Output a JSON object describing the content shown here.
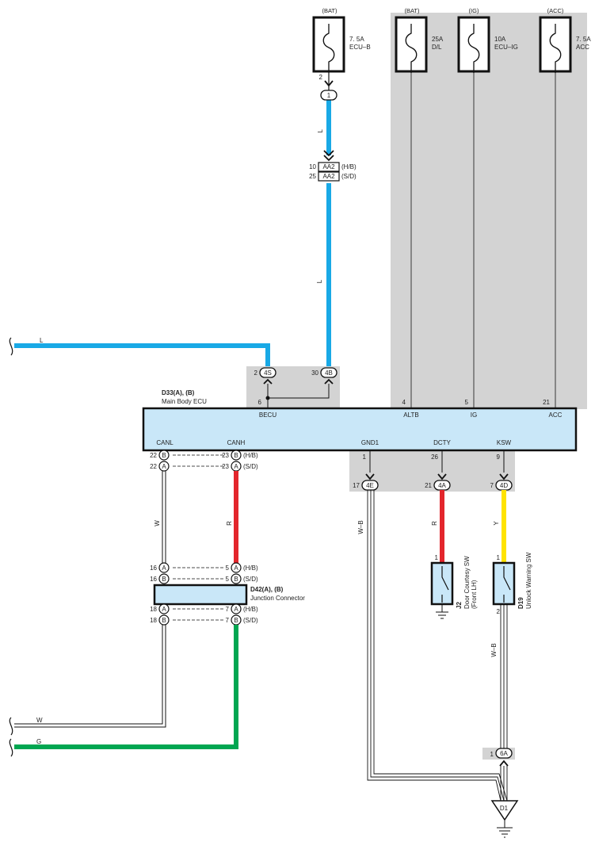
{
  "colors": {
    "blue": "#19a9e6",
    "red": "#e3262c",
    "yellow": "#ffe300",
    "green": "#00a651",
    "grey_panel": "#d3d3d3",
    "ecu_fill": "#c9e7f8",
    "fuse_fill": "#ffffff"
  },
  "fuses": {
    "ecub": {
      "source": "(BAT)",
      "amp": "7. 5A",
      "name": "ECU–B"
    },
    "dl": {
      "source": "(BAT)",
      "amp": "25A",
      "name": "D/L"
    },
    "ecuig": {
      "source": "(IG)",
      "amp": "10A",
      "name": "ECU–IG"
    },
    "acc": {
      "source": "(ACC)",
      "amp": "7. 5A",
      "name": "ACC"
    }
  },
  "top": {
    "pin_fuse_out": "2",
    "conn1": "1",
    "wire_l1": "L",
    "wire_l2": "L",
    "aa2_pin1": "10",
    "aa2_label": "AA2",
    "aa2_var1": "(H/B)",
    "aa2_pin2": "25",
    "aa2_var2": "(S/D)"
  },
  "left_wires": {
    "l": "L",
    "w": "W",
    "g": "G"
  },
  "ecu_block": {
    "pin_4s": "2",
    "conn_4s": "4S",
    "pin_4b": "30",
    "conn_4b": "4B",
    "pin_6": "6",
    "pin_altb": "4",
    "pin_ig": "5",
    "pin_acc": "21",
    "title_code": "D33(A), (B)",
    "title_name": "Main Body ECU",
    "term_becu": "BECU",
    "term_altb": "ALTB",
    "term_ig": "IG",
    "term_acc": "ACC",
    "term_canl": "CANL",
    "term_canh": "CANH",
    "term_gnd1": "GND1",
    "term_dcty": "DCTY",
    "term_ksw": "KSW"
  },
  "can_top": {
    "r1_left_pin": "22",
    "r1_left_conn": "B",
    "r1_right_pin": "23",
    "r1_right_conn": "B",
    "r1_var": "(H/B)",
    "r2_left_pin": "22",
    "r2_left_conn": "A",
    "r2_right_pin": "23",
    "r2_right_conn": "A",
    "r2_var": "(S/D)",
    "wire_w": "W",
    "wire_r": "R"
  },
  "junction": {
    "r1_left_pin": "16",
    "r1_left_conn": "A",
    "r1_right_pin": "5",
    "r1_right_conn": "A",
    "r1_var": "(H/B)",
    "r2_left_pin": "16",
    "r2_left_conn": "B",
    "r2_right_pin": "5",
    "r2_right_conn": "B",
    "r2_var": "(S/D)",
    "code": "D42(A), (B)",
    "name": "Junction Connector",
    "r3_left_pin": "18",
    "r3_left_conn": "A",
    "r3_right_pin": "7",
    "r3_right_conn": "A",
    "r3_var": "(H/B)",
    "r4_left_pin": "18",
    "r4_left_conn": "B",
    "r4_right_pin": "7",
    "r4_right_conn": "B",
    "r4_var": "(S/D)"
  },
  "lower": {
    "gnd_pin": "1",
    "dcty_pin": "26",
    "ksw_pin": "9",
    "pin_4e": "17",
    "conn_4e": "4E",
    "pin_4a": "21",
    "conn_4a": "4A",
    "pin_4d": "7",
    "conn_4d": "4D",
    "wire_wb1": "W–B",
    "wire_r": "R",
    "wire_y": "Y",
    "wire_wb2": "W–B"
  },
  "switches": {
    "j2_pin": "1",
    "j2_code": "J2",
    "j2_name": "Door Courtesy SW",
    "j2_sub": "(Front LH)",
    "d19_pin_top": "1",
    "d19_pin_bot": "2",
    "d19_code": "D19",
    "d19_name": "Unlock Warning SW"
  },
  "ground": {
    "pin_6a": "1",
    "conn_6a": "6A",
    "d1": "D1"
  }
}
